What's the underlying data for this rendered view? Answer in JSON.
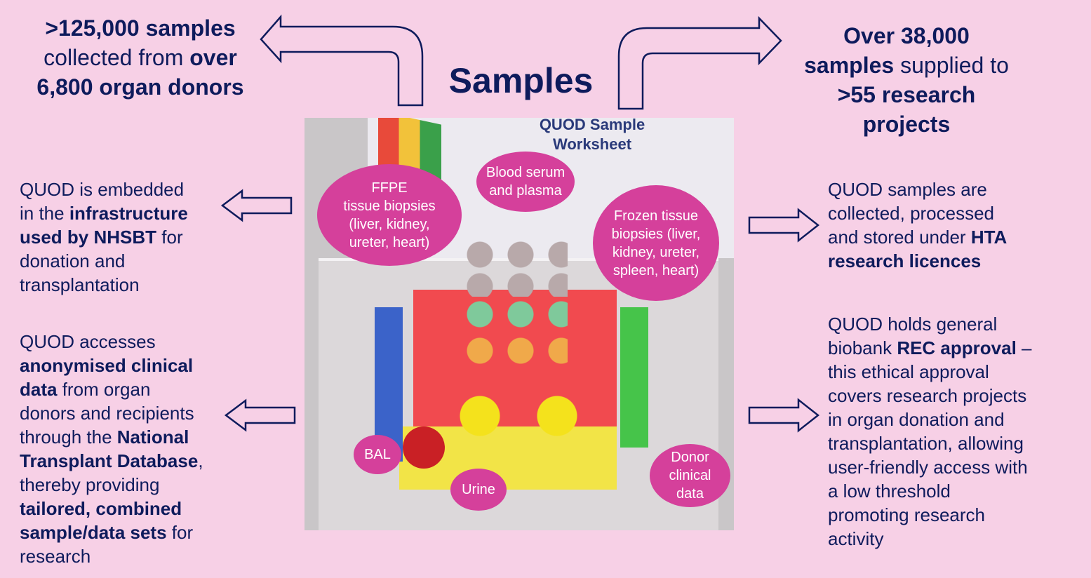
{
  "title": "Samples",
  "top_left": [
    [
      {
        "t": ">125,000 samples",
        "b": true
      }
    ],
    [
      {
        "t": "collected from ",
        "b": false
      },
      {
        "t": "over",
        "b": true
      }
    ],
    [
      {
        "t": "6,800 organ donors",
        "b": true
      }
    ]
  ],
  "top_right": [
    [
      {
        "t": "Over 38,000",
        "b": true
      }
    ],
    [
      {
        "t": "samples",
        "b": true
      },
      {
        "t": " supplied to",
        "b": false
      }
    ],
    [
      {
        "t": ">55 research",
        "b": true
      }
    ],
    [
      {
        "t": "projects",
        "b": true
      }
    ]
  ],
  "left_1": [
    [
      {
        "t": "QUOD is embedded",
        "b": false
      }
    ],
    [
      {
        "t": "in the ",
        "b": false
      },
      {
        "t": "infrastructure",
        "b": true
      }
    ],
    [
      {
        "t": "used by NHSBT",
        "b": true
      },
      {
        "t": " for",
        "b": false
      }
    ],
    [
      {
        "t": "donation and",
        "b": false
      }
    ],
    [
      {
        "t": "transplantation",
        "b": false
      }
    ]
  ],
  "left_2": [
    [
      {
        "t": "QUOD accesses",
        "b": false
      }
    ],
    [
      {
        "t": "anonymised clinical",
        "b": true
      }
    ],
    [
      {
        "t": "data",
        "b": true
      },
      {
        "t": " from organ",
        "b": false
      }
    ],
    [
      {
        "t": "donors and recipients",
        "b": false
      }
    ],
    [
      {
        "t": "through the ",
        "b": false
      },
      {
        "t": "National",
        "b": true
      }
    ],
    [
      {
        "t": "Transplant Database",
        "b": true
      },
      {
        "t": ",",
        "b": false
      }
    ],
    [
      {
        "t": "thereby providing",
        "b": false
      }
    ],
    [
      {
        "t": "tailored, combined",
        "b": true
      }
    ],
    [
      {
        "t": "sample/data sets",
        "b": true
      },
      {
        "t": " for",
        "b": false
      }
    ],
    [
      {
        "t": "research",
        "b": false
      }
    ]
  ],
  "right_1": [
    [
      {
        "t": "QUOD samples are",
        "b": false
      }
    ],
    [
      {
        "t": "collected, processed",
        "b": false
      }
    ],
    [
      {
        "t": "and stored under ",
        "b": false
      },
      {
        "t": "HTA",
        "b": true
      }
    ],
    [
      {
        "t": "research licences",
        "b": true
      }
    ]
  ],
  "right_2": [
    [
      {
        "t": "QUOD holds general",
        "b": false
      }
    ],
    [
      {
        "t": "biobank ",
        "b": false
      },
      {
        "t": "REC approval",
        "b": true
      },
      {
        "t": " –",
        "b": false
      }
    ],
    [
      {
        "t": "this ethical approval",
        "b": false
      }
    ],
    [
      {
        "t": "covers research projects",
        "b": false
      }
    ],
    [
      {
        "t": "in organ donation and",
        "b": false
      }
    ],
    [
      {
        "t": "transplantation, allowing",
        "b": false
      }
    ],
    [
      {
        "t": "user-friendly access with",
        "b": false
      }
    ],
    [
      {
        "t": "a low threshold",
        "b": false
      }
    ],
    [
      {
        "t": "promoting research",
        "b": false
      }
    ],
    [
      {
        "t": "activity",
        "b": false
      }
    ]
  ],
  "photo": {
    "worksheet_title": "QUOD Sample\nWorksheet",
    "bubbles": {
      "ffpe": "FFPE\ntissue biopsies\n(liver, kidney,\nureter, heart)",
      "blood": "Blood serum\nand plasma",
      "frozen": "Frozen tissue\nbiopsies (liver,\nkidney, ureter,\nspleen, heart)",
      "bal": "BAL",
      "urine": "Urine",
      "donor": "Donor\nclinical\ndata"
    }
  },
  "colors": {
    "background": "#f7d0e6",
    "text": "#0e1b5c",
    "bubble": "#d5409b"
  }
}
